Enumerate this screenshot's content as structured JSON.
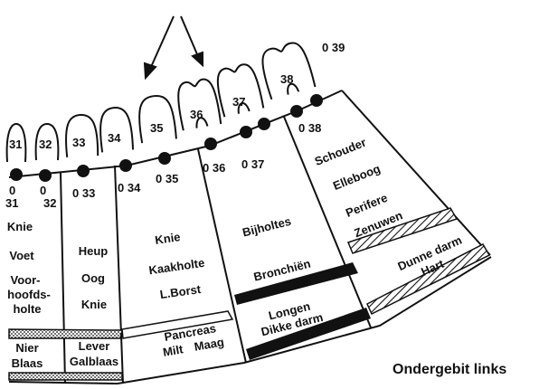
{
  "caption": "Ondergebit links",
  "teeth": [
    {
      "tooth": "31",
      "point": "0",
      "point_sub": "31"
    },
    {
      "tooth": "32",
      "point": "0",
      "point_sub": "32"
    },
    {
      "tooth": "33",
      "point": "0 33"
    },
    {
      "tooth": "34",
      "point": "0 34"
    },
    {
      "tooth": "35",
      "point": "0 35"
    },
    {
      "tooth": "36",
      "point": "0 36"
    },
    {
      "tooth": "37",
      "point": "0 37"
    },
    {
      "tooth": "38",
      "point": "0 38"
    }
  ],
  "extra_point": "0 39",
  "sectors": {
    "s1": {
      "a": "Knie",
      "b": "Voet",
      "c": "Voor-",
      "d": "hoofds-",
      "e": "holte",
      "f": "Nier",
      "g": "Blaas"
    },
    "s2": {
      "a": "Heup",
      "b": "Oog",
      "c": "Knie",
      "d": "Lever",
      "e": "Galblaas"
    },
    "s3": {
      "a": "Knie",
      "b": "Kaakholte",
      "c": "L.Borst",
      "d": "Pancreas",
      "e": "Milt",
      "f": "Maag"
    },
    "s4": {
      "a": "Bijholtes",
      "b": "Bronchiën",
      "c": "Longen",
      "d": "Dikke darm"
    },
    "s5": {
      "a": "Schouder",
      "b": "Elleboog",
      "c": "Perifere",
      "d": "Zenuwen",
      "e": "Dunne darm",
      "f": "Hart"
    }
  }
}
